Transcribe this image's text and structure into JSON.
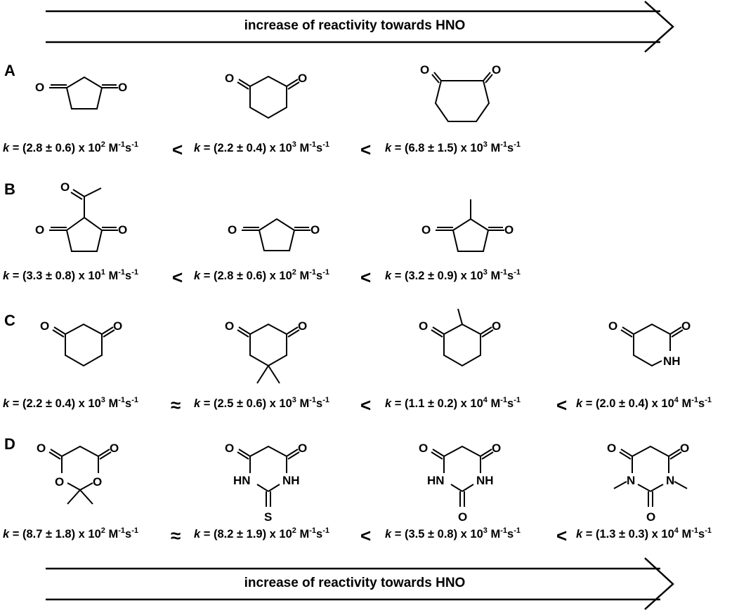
{
  "arrow_label": "increase of reactivity towards HNO",
  "rows": [
    {
      "letter": "A",
      "rates": [
        {
          "prefix": "k",
          "body": " = (2.8 ± 0.6) x 10",
          "exp": "2",
          "unit": " M",
          "uexp1": "-1",
          "unit2": "s",
          "uexp2": "-1"
        },
        {
          "prefix": "k",
          "body": " = (2.2 ± 0.4) x 10",
          "exp": "3",
          "unit": " M",
          "uexp1": "-1",
          "unit2": "s",
          "uexp2": "-1"
        },
        {
          "prefix": "k",
          "body": " = (6.8 ± 1.5) x 10",
          "exp": "3",
          "unit": " M",
          "uexp1": "-1",
          "unit2": "s",
          "uexp2": "-1"
        }
      ],
      "relations": [
        "<",
        "<"
      ]
    },
    {
      "letter": "B",
      "rates": [
        {
          "prefix": "k",
          "body": " = (3.3 ± 0.8) x 10",
          "exp": "1",
          "unit": " M",
          "uexp1": "-1",
          "unit2": "s",
          "uexp2": "-1"
        },
        {
          "prefix": "k",
          "body": " = (2.8 ± 0.6) x 10",
          "exp": "2",
          "unit": " M",
          "uexp1": "-1",
          "unit2": "s",
          "uexp2": "-1"
        },
        {
          "prefix": "k",
          "body": " = (3.2 ± 0.9) x 10",
          "exp": "3",
          "unit": " M",
          "uexp1": "-1",
          "unit2": "s",
          "uexp2": "-1"
        }
      ],
      "relations": [
        "<",
        "<"
      ]
    },
    {
      "letter": "C",
      "rates": [
        {
          "prefix": "k",
          "body": " = (2.2 ± 0.4) x 10",
          "exp": "3",
          "unit": " M",
          "uexp1": "-1",
          "unit2": "s",
          "uexp2": "-1"
        },
        {
          "prefix": "k",
          "body": " = (2.5 ± 0.6) x 10",
          "exp": "3",
          "unit": " M",
          "uexp1": "-1",
          "unit2": "s",
          "uexp2": "-1"
        },
        {
          "prefix": "k",
          "body": " = (1.1 ± 0.2) x 10",
          "exp": "4",
          "unit": " M",
          "uexp1": "-1",
          "unit2": "s",
          "uexp2": "-1"
        },
        {
          "prefix": "k",
          "body": " = (2.0 ± 0.4) x 10",
          "exp": "4",
          "unit": " M",
          "uexp1": "-1",
          "unit2": "s",
          "uexp2": "-1"
        }
      ],
      "relations": [
        "≈",
        "<",
        "<"
      ]
    },
    {
      "letter": "D",
      "rates": [
        {
          "prefix": "k",
          "body": " = (8.7 ± 1.8) x 10",
          "exp": "2",
          "unit": " M",
          "uexp1": "-1",
          "unit2": "s",
          "uexp2": "-1"
        },
        {
          "prefix": "k",
          "body": " = (8.2 ± 1.9) x 10",
          "exp": "2",
          "unit": " M",
          "uexp1": "-1",
          "unit2": "s",
          "uexp2": "-1"
        },
        {
          "prefix": "k",
          "body": " = (3.5 ± 0.8) x 10",
          "exp": "3",
          "unit": " M",
          "uexp1": "-1",
          "unit2": "s",
          "uexp2": "-1"
        },
        {
          "prefix": "k",
          "body": " = (1.3 ± 0.3) x 10",
          "exp": "4",
          "unit": " M",
          "uexp1": "-1",
          "unit2": "s",
          "uexp2": "-1"
        }
      ],
      "relations": [
        "≈",
        "<",
        "<"
      ]
    }
  ],
  "atoms": {
    "O": "O",
    "NH": "NH",
    "HN": "HN",
    "N": "N",
    "S": "S"
  }
}
